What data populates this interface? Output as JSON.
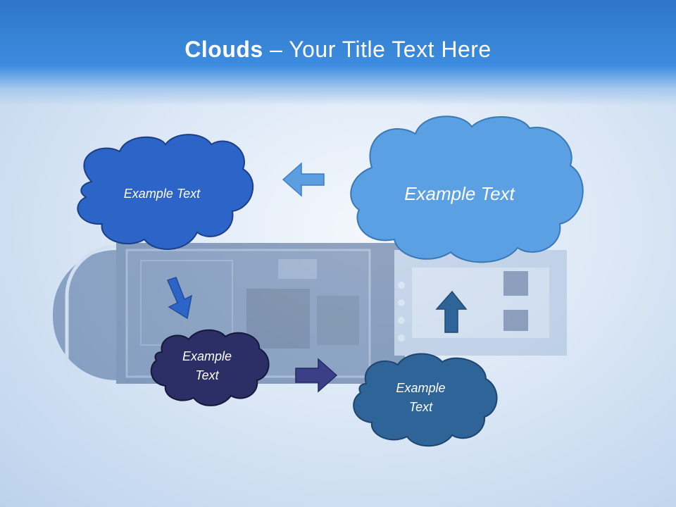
{
  "slide": {
    "title_bold": "Clouds",
    "title_separator": " – ",
    "title_rest": "Your Title Text Here"
  },
  "clouds": [
    {
      "label": "Example Text",
      "color": "#2d64c8"
    },
    {
      "label": "Example Text",
      "color": "#5aa0e2"
    },
    {
      "label": "Example\nText",
      "color": "#2b2f66"
    },
    {
      "label": "Example\nText",
      "color": "#2f6499"
    }
  ],
  "arrows": [
    {
      "icon": "arrow-left-icon",
      "color": "#5b9fe0"
    },
    {
      "icon": "arrow-down-right-icon",
      "color": "#2d64c8"
    },
    {
      "icon": "arrow-right-icon",
      "color": "#3b3f88"
    },
    {
      "icon": "arrow-up-icon",
      "color": "#2f6499"
    }
  ]
}
